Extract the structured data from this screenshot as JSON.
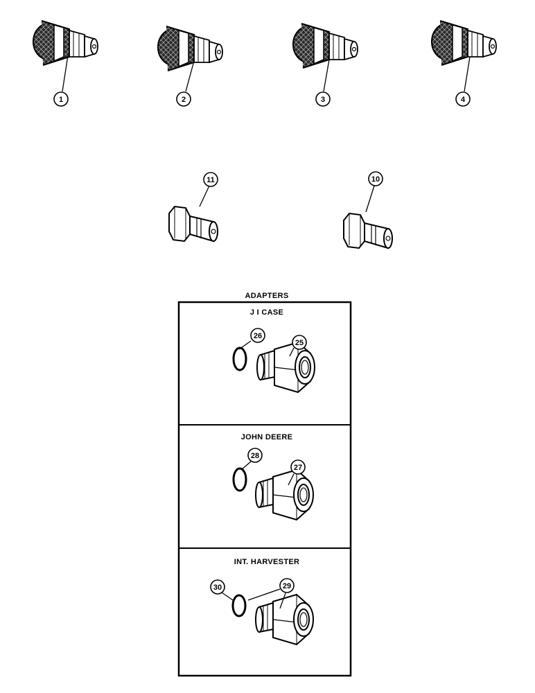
{
  "couplers_top": [
    {
      "callout": "1"
    },
    {
      "callout": "2"
    },
    {
      "callout": "3"
    },
    {
      "callout": "4"
    }
  ],
  "plugs": [
    {
      "callout": "11"
    },
    {
      "callout": "10"
    }
  ],
  "adapters": {
    "title": "ADAPTERS",
    "panels": [
      {
        "title": "J I CASE",
        "ring_callout": "26",
        "body_callout": "25"
      },
      {
        "title": "JOHN DEERE",
        "ring_callout": "28",
        "body_callout": "27"
      },
      {
        "title": "INT. HARVESTER",
        "ring_callout": "30",
        "body_callout": "29"
      }
    ]
  }
}
